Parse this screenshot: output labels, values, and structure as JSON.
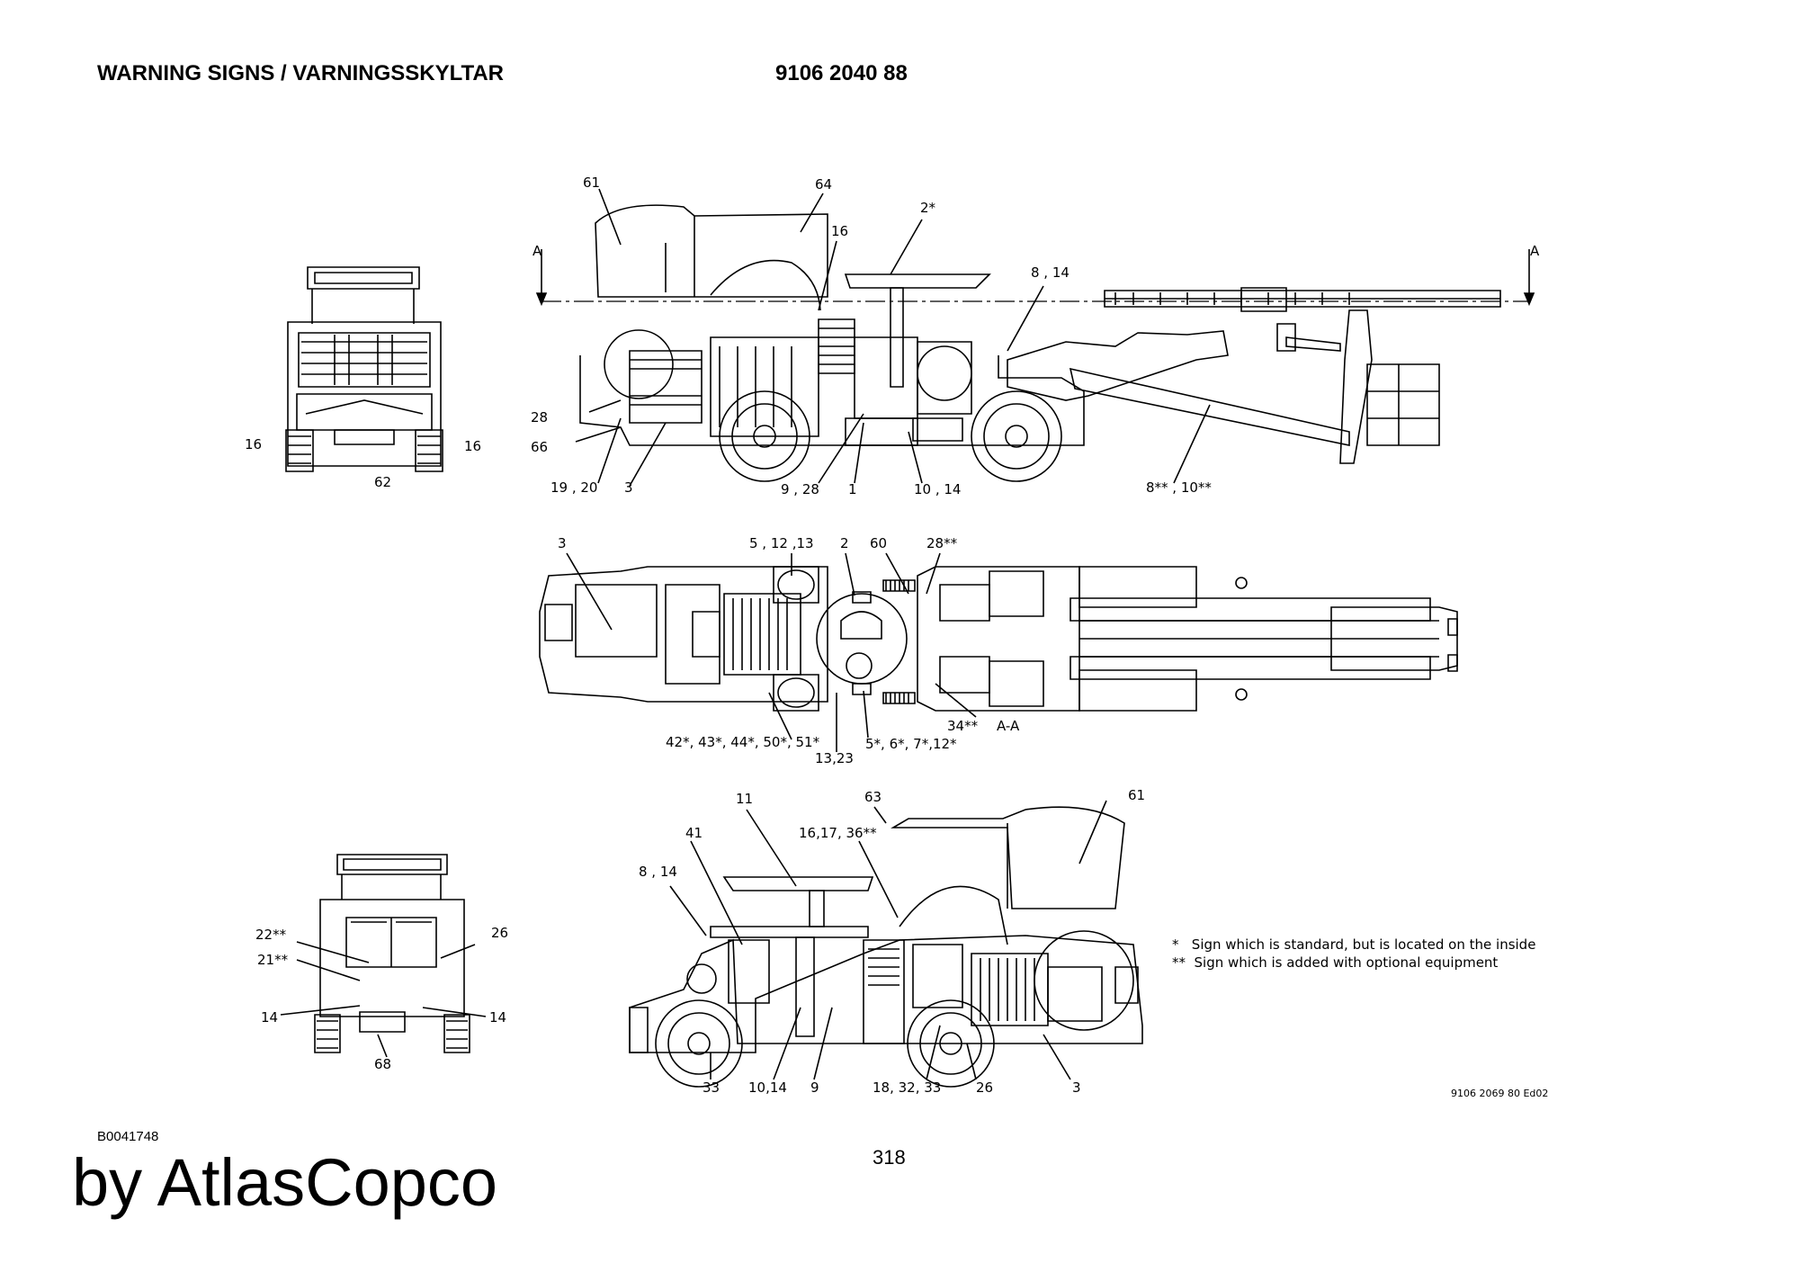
{
  "header": {
    "title": "WARNING SIGNS / VARNINGSSKYLTAR",
    "part_number": "9106 2040 88"
  },
  "section_markers": {
    "left": "A",
    "right": "A",
    "section_label": "A-A"
  },
  "callouts": {
    "front_top": [
      "16",
      "16",
      "62"
    ],
    "side_top": [
      "61",
      "64",
      "2*",
      "16",
      "8 , 14",
      "28",
      "66",
      "19 , 20",
      "3",
      "9 , 28",
      "1",
      "10 , 14",
      "8** , 10**"
    ],
    "plan_view": [
      "3",
      "5 , 12 ,13",
      "2",
      "60",
      "28**",
      "42*, 43*, 44*, 50*, 51*",
      "13,23",
      "5*, 6*, 7*,12*",
      "34**"
    ],
    "rear_bottom": [
      "22**",
      "21**",
      "26",
      "14",
      "14",
      "68"
    ],
    "side_bottom": [
      "11",
      "63",
      "61",
      "41",
      "16,17, 36**",
      "8 , 14",
      "33",
      "10,14",
      "9",
      "18, 32, 33",
      "26",
      "3"
    ]
  },
  "legend": {
    "standard_inside": "*   Sign which is standard, but is located on the inside",
    "optional": "**  Sign which is added with optional equipment"
  },
  "drawing_ref": "9106 2069 80 Ed02",
  "image_ref": "B0041748",
  "page_number": "318",
  "brand_text": "by AtlasCopco"
}
